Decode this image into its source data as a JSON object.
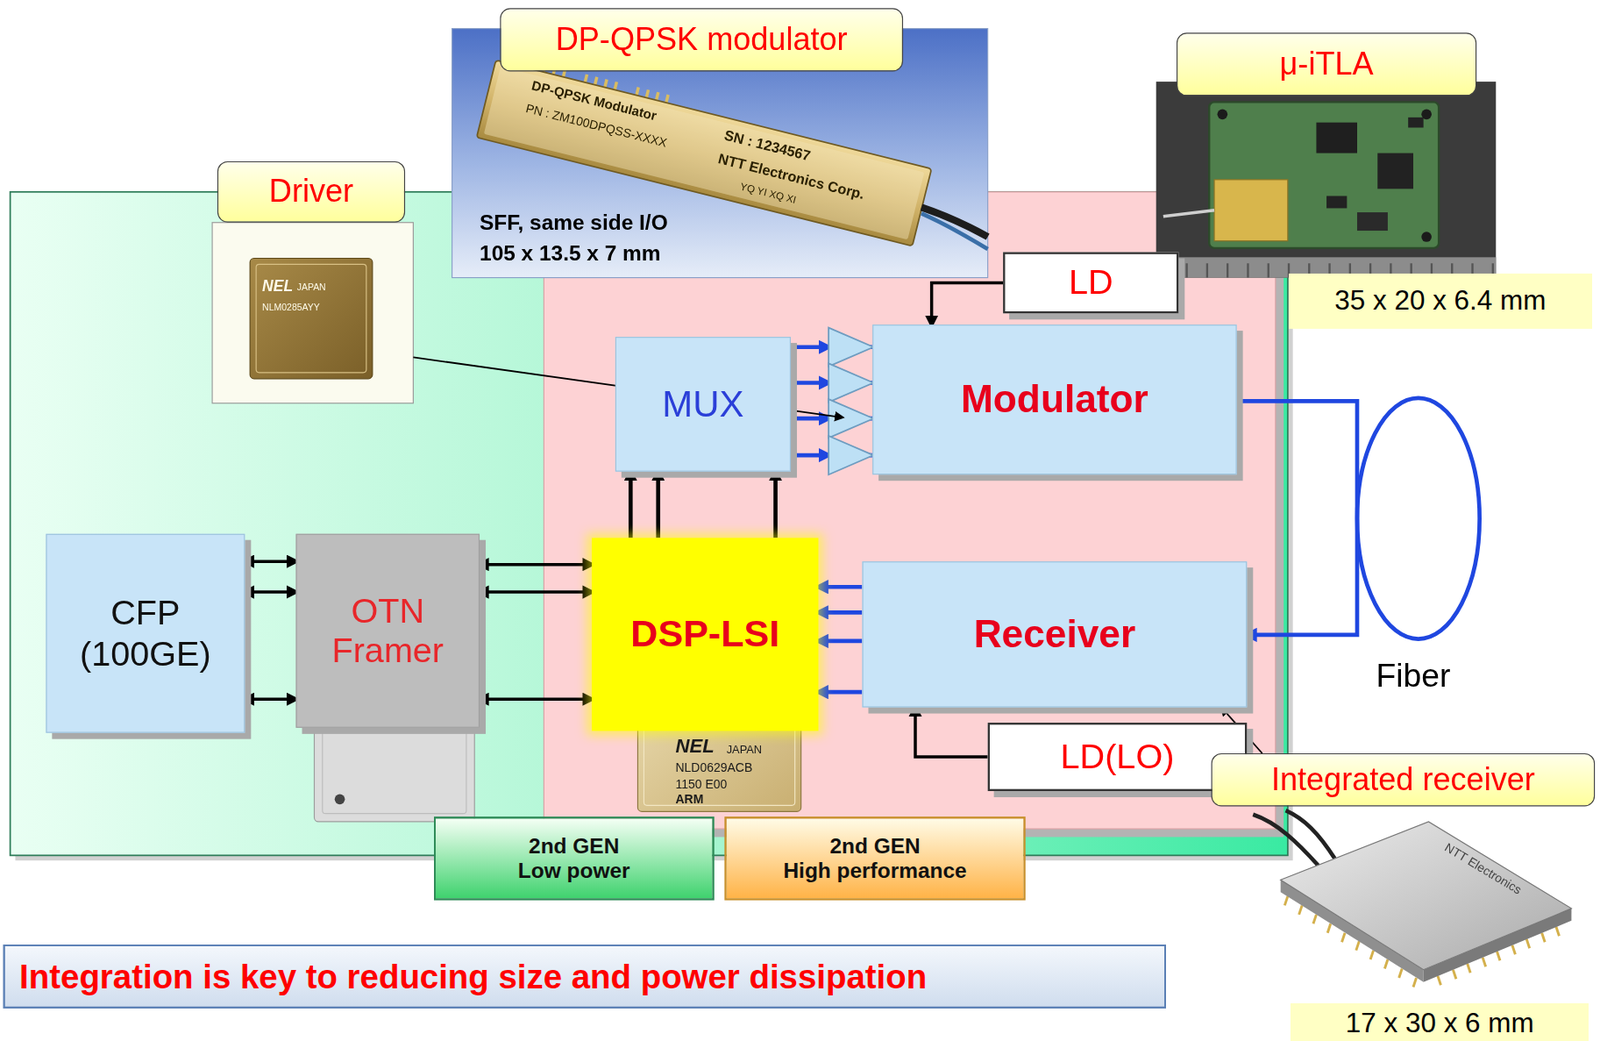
{
  "diagram": {
    "nodes": [
      {
        "text": [
          "DP-QPSK modulator"
        ]
      },
      {
        "text": [
          "Driver"
        ]
      },
      {
        "text": [
          "μ-iTLA"
        ]
      },
      {
        "text": [
          "35 x 20 x 6.4 mm"
        ]
      },
      {
        "text": [
          "LD"
        ]
      },
      {
        "text": [
          "MUX"
        ]
      },
      {
        "text": [
          "Modulator"
        ]
      },
      {
        "text": [
          "CFP (100GE)"
        ]
      },
      {
        "text": [
          "OTN Framer"
        ]
      },
      {
        "text": [
          "DSP-LSI"
        ]
      },
      {
        "text": [
          "Receiver"
        ]
      },
      {
        "text": [
          "LD(LO)"
        ]
      },
      {
        "text": [
          "Integrated receiver"
        ]
      },
      {
        "text": [
          "17 x 30 x 6 mm"
        ]
      },
      {
        "text": [
          "2nd GEN",
          "Low power"
        ]
      },
      {
        "text": [
          "2nd GEN",
          "High performance"
        ]
      },
      {
        "text": [
          "Integration is key to reducing size and power dissipation"
        ]
      }
    ],
    "edges": [
      {
        "from": 7,
        "to": 8,
        "arrow": "both"
      },
      {
        "from": 7,
        "to": 8,
        "arrow": "both"
      },
      {
        "from": 7,
        "to": 8,
        "arrow": "both"
      },
      {
        "from": 8,
        "to": 9,
        "arrow": "both"
      },
      {
        "from": 8,
        "to": 9,
        "arrow": "both"
      },
      {
        "from": 8,
        "to": 9,
        "arrow": "both"
      },
      {
        "from": 9,
        "to": 5,
        "arrow": "to"
      },
      {
        "from": 9,
        "to": 5,
        "arrow": "to"
      },
      {
        "from": 9,
        "to": 5,
        "arrow": "to"
      },
      {
        "from": 5,
        "to": 6,
        "arrow": "to"
      },
      {
        "from": 5,
        "to": 6,
        "arrow": "to"
      },
      {
        "from": 5,
        "to": 6,
        "arrow": "to"
      },
      {
        "from": 5,
        "to": 6,
        "arrow": "to"
      },
      {
        "from": 4,
        "to": 6,
        "arrow": "to"
      },
      {
        "from": 6,
        "to": 10,
        "arrow": "to"
      },
      {
        "from": 10,
        "to": 9,
        "arrow": "to"
      },
      {
        "from": 10,
        "to": 9,
        "arrow": "to"
      },
      {
        "from": 10,
        "to": 9,
        "arrow": "to"
      },
      {
        "from": 10,
        "to": 9,
        "arrow": "to"
      },
      {
        "from": 11,
        "to": 10,
        "arrow": "to"
      },
      {
        "from": 12,
        "to": 10,
        "arrow": "to"
      }
    ],
    "labels": [
      "SFF, same side I/O",
      "105 x 13.5 x 7 mm",
      "DP-QPSK Modulator",
      "PN : ZM100DPQSS-XXXX",
      "SN : 1234567",
      "NTT Electronics Corp.",
      "YQ YI XQ XI",
      "NEL",
      "JAPAN",
      "NLM0285AYY",
      "Fiber",
      "NEL",
      "JAPAN",
      "NLD0629ACB",
      "1150 E00",
      "ARM",
      "NTT Electronics"
    ]
  }
}
